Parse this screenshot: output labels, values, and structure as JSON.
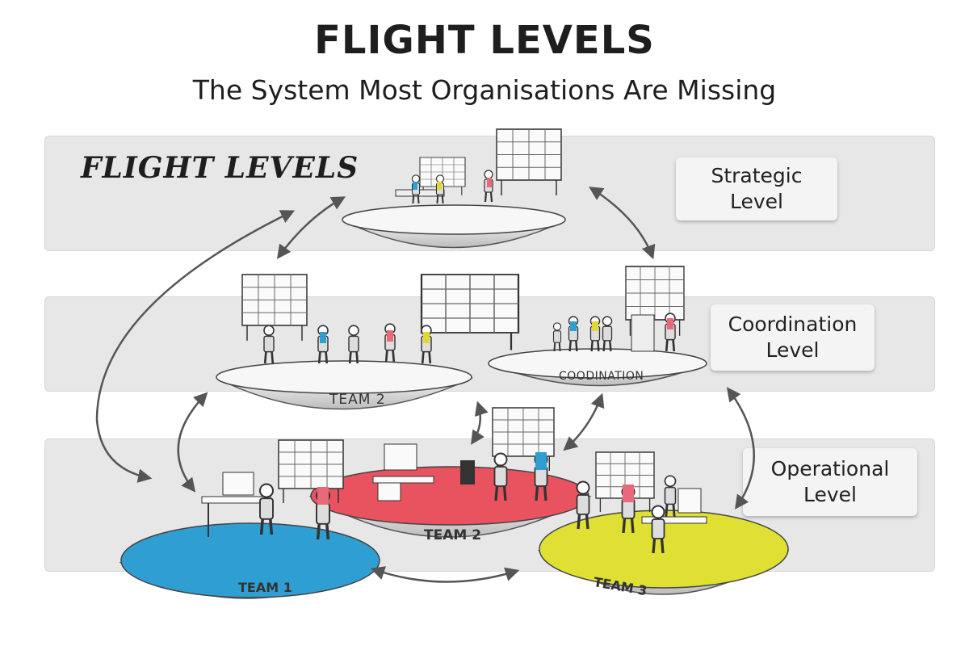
{
  "header": {
    "title": "FLIGHT LEVELS",
    "subtitle": "The System Most Organisations Are Missing"
  },
  "brand": {
    "text": "FLIGHT LEVELS"
  },
  "levels": {
    "strategic": {
      "line1": "Strategic",
      "line2": "Level"
    },
    "coordination": {
      "line1": "Coordination",
      "line2": "Level"
    },
    "operational": {
      "line1": "Operational",
      "line2": "Level"
    }
  },
  "platforms": {
    "coordination_left": "TEAM 2",
    "coordination_right": "COODINATION",
    "team1": "TEAM 1",
    "team2": "TEAM 2",
    "team3": "TEAM 3"
  },
  "colors": {
    "team1": "#2f9fd3",
    "team2": "#e8535f",
    "team3": "#dfe033",
    "band": "#e7e7e7",
    "arrow": "#555555"
  }
}
